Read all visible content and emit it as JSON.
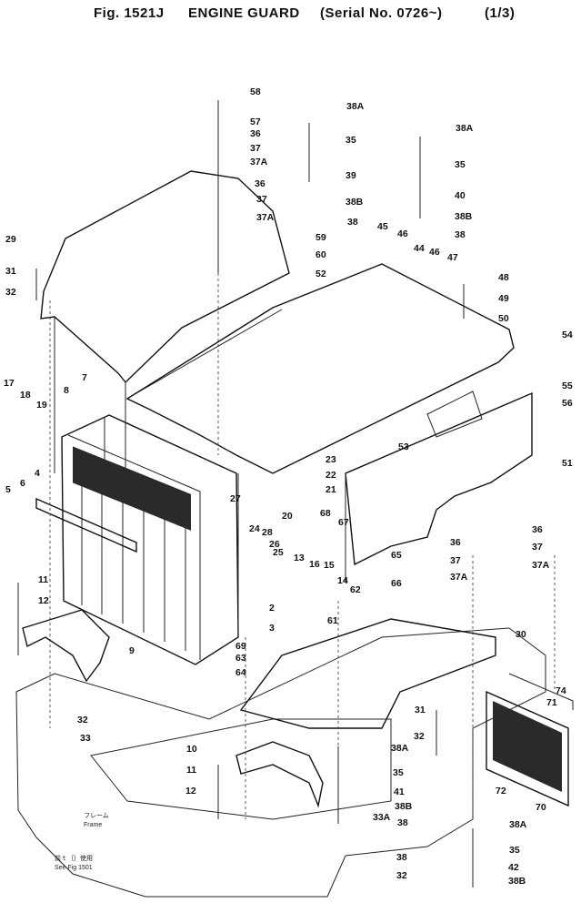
{
  "header": {
    "fig_label": "Fig. 1521J",
    "part_name": "ENGINE GUARD",
    "serial": "(Serial No. 0726~)",
    "sheet": "(1/3)"
  },
  "notes": {
    "frame_jp": "フレーム",
    "frame_en": "Frame",
    "ref_jp": "前ｔ｛｝使用",
    "ref_en": "See Fig 1501"
  },
  "callouts": [
    "58",
    "57",
    "36",
    "37",
    "37A",
    "38A",
    "35",
    "39",
    "36",
    "37",
    "37A",
    "38B",
    "38",
    "38A",
    "35",
    "40",
    "38B",
    "38",
    "29",
    "59",
    "60",
    "52",
    "45",
    "46",
    "44",
    "46",
    "47",
    "48",
    "49",
    "50",
    "31",
    "32",
    "54",
    "55",
    "56",
    "17",
    "18",
    "19",
    "7",
    "8",
    "53",
    "51",
    "23",
    "22",
    "21",
    "27",
    "20",
    "6",
    "5",
    "4",
    "68",
    "67",
    "36",
    "37",
    "37A",
    "36",
    "37",
    "37A",
    "24",
    "28",
    "26",
    "25",
    "13",
    "16",
    "15",
    "14",
    "65",
    "66",
    "62",
    "11",
    "12",
    "2",
    "61",
    "30",
    "3",
    "69",
    "63",
    "64",
    "9",
    "74",
    "71",
    "32",
    "33",
    "31",
    "32",
    "38A",
    "10",
    "11",
    "12",
    "35",
    "41",
    "72",
    "70",
    "38B",
    "38",
    "33A",
    "38A",
    "35",
    "42",
    "38B",
    "38",
    "32",
    "33"
  ]
}
